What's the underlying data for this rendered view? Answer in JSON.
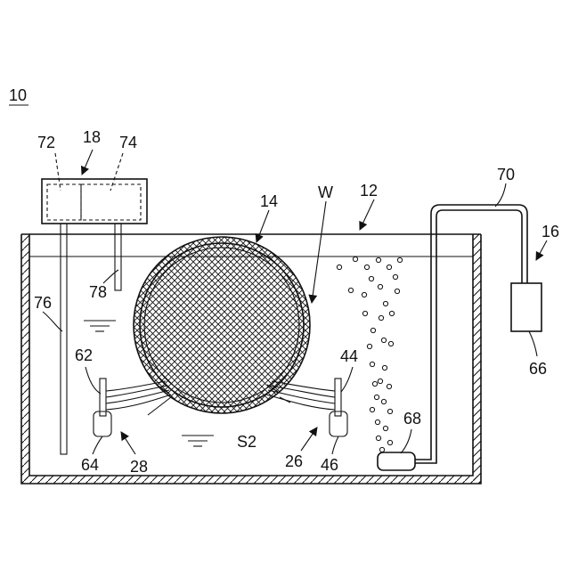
{
  "figure": {
    "labels": {
      "device": "10",
      "controller": "18",
      "part_72": "72",
      "part_74": "74",
      "part_76": "76",
      "part_78": "78",
      "tank": "12",
      "wafer": "14",
      "workpiece": "W",
      "pipe": "70",
      "pump_assembly": "16",
      "pump": "66",
      "diffuser": "68",
      "left_sensor_top": "62",
      "left_sensor_bottom": "64",
      "left_unit": "28",
      "right_sensor_top": "44",
      "right_sensor_bottom": "46",
      "right_unit": "26",
      "liquid": "S2"
    },
    "colors": {
      "line": "#111111",
      "background": "#ffffff"
    }
  }
}
